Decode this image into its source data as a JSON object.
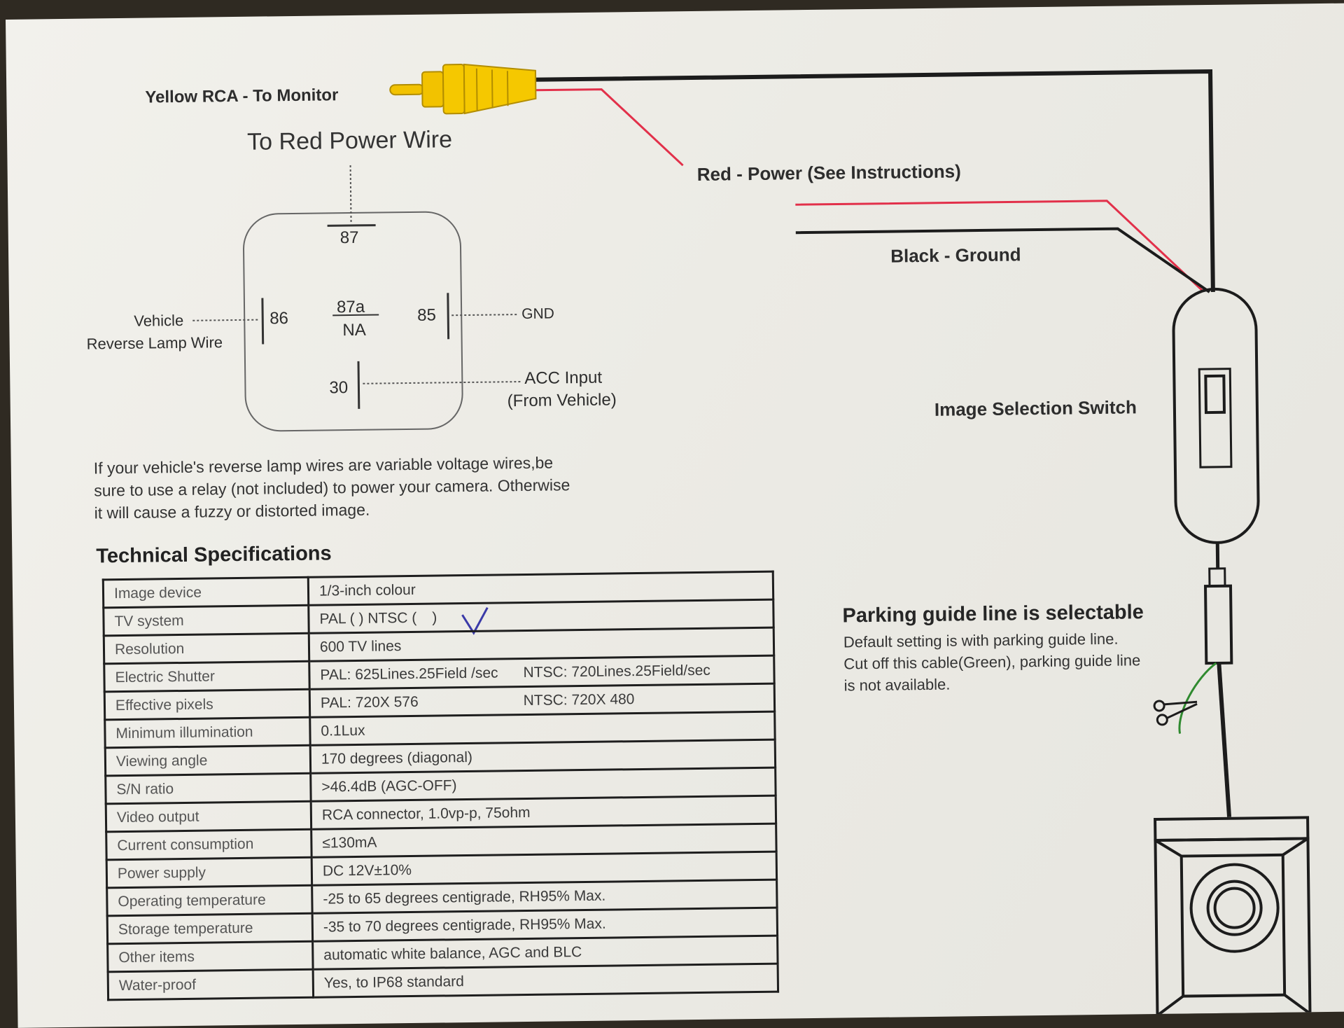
{
  "labels": {
    "yellow_rca": "Yellow RCA - To Monitor",
    "to_red_power": "To Red Power Wire",
    "red_power": "Red - Power (See Instructions)",
    "black_ground": "Black - Ground",
    "image_switch": "Image Selection Switch",
    "vehicle_line1": "Vehicle",
    "vehicle_line2": "Reverse Lamp Wire",
    "gnd": "GND",
    "acc_line1": "ACC Input",
    "acc_line2": "(From Vehicle)"
  },
  "relay": {
    "pin87": "87",
    "pin86": "86",
    "pin87a": "87a",
    "na": "NA",
    "pin85": "85",
    "pin30": "30"
  },
  "note": {
    "line1": "If your vehicle's reverse lamp wires are variable voltage wires,be",
    "line2": "sure to use a relay (not included) to power your camera. Otherwise",
    "line3": "it will cause a fuzzy or distorted image."
  },
  "parking": {
    "title": "Parking guide line is selectable",
    "line1": "Default setting is with parking guide line.",
    "line2": "Cut off this cable(Green), parking guide line",
    "line3": "is not available."
  },
  "specs_title": "Technical Specifications",
  "specs": [
    {
      "k": "Image device",
      "v": "1/3-inch colour",
      "v2": ""
    },
    {
      "k": "TV system",
      "v": "PAL (     )   NTSC (",
      "v2": ")"
    },
    {
      "k": "Resolution",
      "v": "600 TV lines",
      "v2": ""
    },
    {
      "k": "Electric Shutter",
      "v": "PAL: 625Lines.25Field /sec",
      "v2": "NTSC: 720Lines.25Field/sec"
    },
    {
      "k": "Effective pixels",
      "v": "PAL: 720X 576",
      "v2": "NTSC: 720X 480"
    },
    {
      "k": "Minimum illumination",
      "v": "0.1Lux",
      "v2": ""
    },
    {
      "k": "Viewing angle",
      "v": "170 degrees (diagonal)",
      "v2": ""
    },
    {
      "k": "S/N ratio",
      "v": ">46.4dB (AGC-OFF)",
      "v2": ""
    },
    {
      "k": "Video output",
      "v": "RCA connector, 1.0vp-p, 75ohm",
      "v2": ""
    },
    {
      "k": "Current consumption",
      "v": "≤130mA",
      "v2": ""
    },
    {
      "k": "Power supply",
      "v": "DC 12V±10%",
      "v2": ""
    },
    {
      "k": "Operating temperature",
      "v": "-25 to 65 degrees centigrade, RH95% Max.",
      "v2": ""
    },
    {
      "k": "Storage temperature",
      "v": "-35 to 70 degrees centigrade, RH95% Max.",
      "v2": ""
    },
    {
      "k": "Other items",
      "v": "automatic white balance, AGC and BLC",
      "v2": ""
    },
    {
      "k": "Water-proof",
      "v": "Yes, to IP68 standard",
      "v2": ""
    }
  ],
  "colors": {
    "red_wire": "#e2304a",
    "black_wire": "#1c1c1c",
    "rca_yellow": "#f2c200",
    "green_cable": "#2f8a2f",
    "check_mark": "#3a3aa8"
  }
}
